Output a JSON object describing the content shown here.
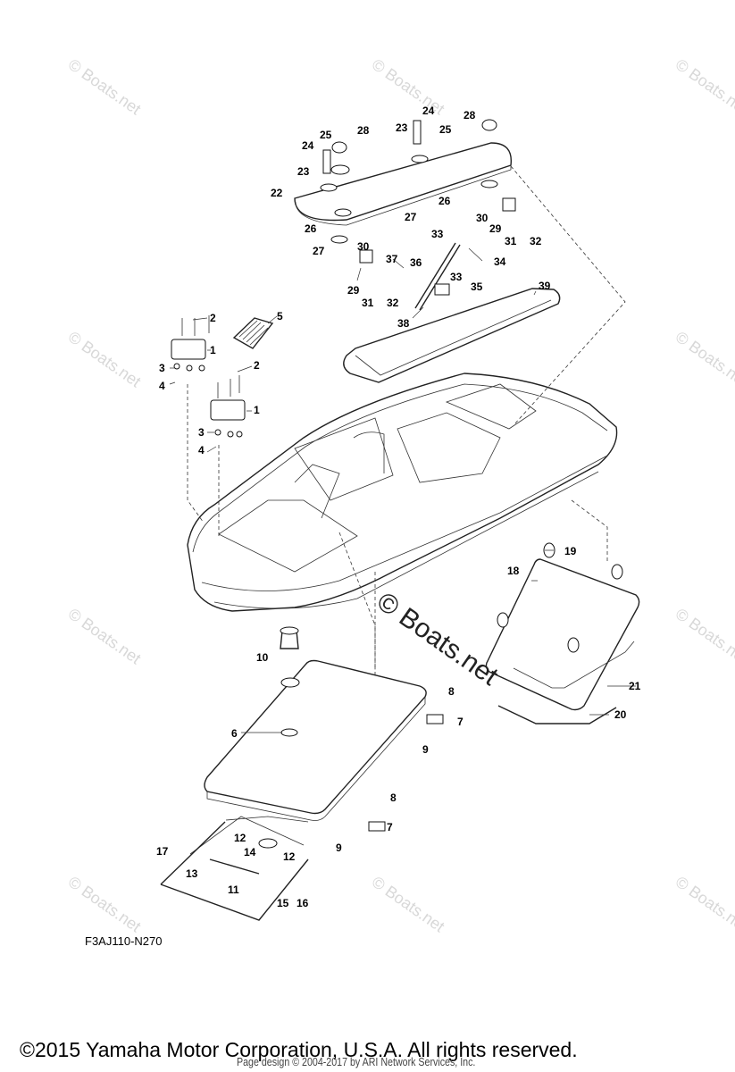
{
  "watermark": {
    "text": "© Boats.net",
    "center_text": "© Boats.net"
  },
  "diagram_code": "F3AJ110-N270",
  "footer": {
    "copyright": "©2015 Yamaha Motor Corporation, U.S.A. All rights reserved.",
    "page_credit": "Page design © 2004-2017 by ARI Network Services, Inc."
  },
  "callouts": [
    "1",
    "1",
    "2",
    "2",
    "3",
    "3",
    "4",
    "4",
    "5",
    "6",
    "7",
    "7",
    "8",
    "8",
    "9",
    "9",
    "10",
    "11",
    "12",
    "12",
    "13",
    "14",
    "15",
    "16",
    "17",
    "18",
    "19",
    "20",
    "21",
    "22",
    "23",
    "23",
    "24",
    "24",
    "25",
    "25",
    "26",
    "26",
    "27",
    "27",
    "28",
    "28",
    "29",
    "29",
    "30",
    "30",
    "31",
    "31",
    "32",
    "32",
    "33",
    "33",
    "34",
    "35",
    "36",
    "37",
    "38",
    "39"
  ]
}
